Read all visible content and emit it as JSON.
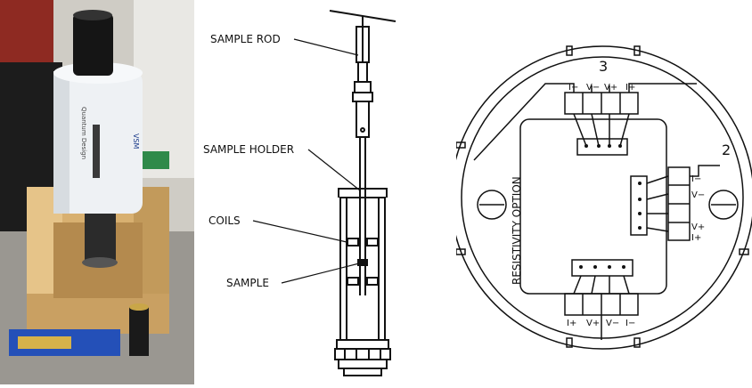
{
  "photo": {
    "brand_text": "Quantum Design",
    "model_text": "VSM"
  },
  "sample_rod_diagram": {
    "labels": {
      "sample_rod": "SAMPLE ROD",
      "sample_holder": "SAMPLE HOLDER",
      "coils": "COILS",
      "sample": "SAMPLE"
    }
  },
  "resistivity_board": {
    "title": "RESISTIVITY OPTION",
    "channel_top": "3",
    "channel_right": "2",
    "top_pins": [
      "I−",
      "V−",
      "V+",
      "I+"
    ],
    "bottom_pins": [
      "I+",
      "V+",
      "V−",
      "I−"
    ],
    "right_pins_top": [
      "I−",
      "V−"
    ],
    "right_pins_bottom": [
      "V+",
      "I+"
    ]
  }
}
